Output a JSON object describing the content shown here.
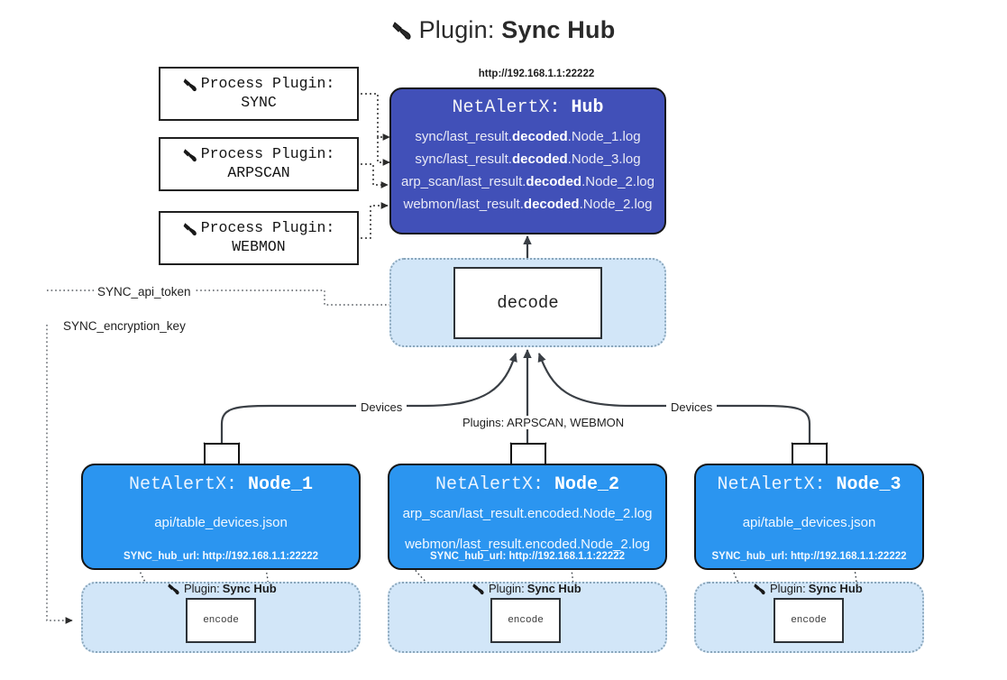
{
  "title": {
    "icon": "plug-icon",
    "prefix": "Plugin: ",
    "name": "Sync Hub"
  },
  "process_plugins": [
    {
      "icon": "plug-icon",
      "caption": "Process Plugin:",
      "name": "SYNC"
    },
    {
      "icon": "plug-icon",
      "caption": "Process Plugin:",
      "name": "ARPSCAN"
    },
    {
      "icon": "plug-icon",
      "caption": "Process Plugin:",
      "name": "WEBMON"
    }
  ],
  "hub": {
    "url": "http://192.168.1.1:22222",
    "title_prefix": "NetAlertX: ",
    "title_name": "Hub",
    "logs": [
      {
        "pre": "sync/last_result.",
        "strong": "decoded",
        "post": ".Node_1.log"
      },
      {
        "pre": "sync/last_result.",
        "strong": "decoded",
        "post": ".Node_3.log"
      },
      {
        "pre": "arp_scan/last_result.",
        "strong": "decoded",
        "post": ".Node_2.log"
      },
      {
        "pre": "webmon/last_result.",
        "strong": "decoded",
        "post": ".Node_2.log"
      }
    ]
  },
  "decode": {
    "label": "decode"
  },
  "keys": {
    "api_token": "SYNC_api_token",
    "encryption_key": "SYNC_encryption_key"
  },
  "edge_labels": {
    "devices_left": "Devices",
    "devices_right": "Devices",
    "plugins_mid": "Plugins: ARPSCAN, WEBMON"
  },
  "nodes": [
    {
      "title_prefix": "NetAlertX: ",
      "title_name": "Node_1",
      "lines": [
        "api/table_devices.json"
      ],
      "footer": "SYNC_hub_url: http://192.168.1.1:22222",
      "icon": "envelope-icon"
    },
    {
      "title_prefix": "NetAlertX: ",
      "title_name": "Node_2",
      "lines": [
        "arp_scan/last_result.encoded.Node_2.log",
        "webmon/last_result.encoded.Node_2.log"
      ],
      "footer": "SYNC_hub_url: http://192.168.1.1:22222",
      "icon": "envelope-icon"
    },
    {
      "title_prefix": "NetAlertX: ",
      "title_name": "Node_3",
      "lines": [
        "api/table_devices.json"
      ],
      "footer": "SYNC_hub_url: http://192.168.1.1:22222",
      "icon": "envelope-icon"
    }
  ],
  "node_plugins": [
    {
      "icon": "plug-icon",
      "prefix": "Plugin: ",
      "name": "Sync Hub",
      "box": "encode"
    },
    {
      "icon": "plug-icon",
      "prefix": "Plugin: ",
      "name": "Sync Hub",
      "box": "encode"
    },
    {
      "icon": "plug-icon",
      "prefix": "Plugin: ",
      "name": "Sync Hub",
      "box": "encode"
    }
  ],
  "colors": {
    "hub_fill": "#4150b8",
    "node_fill": "#2b95f0",
    "band_fill": "#d2e6f8",
    "band_border": "#8aa6bb",
    "stroke": "#2e3338"
  }
}
